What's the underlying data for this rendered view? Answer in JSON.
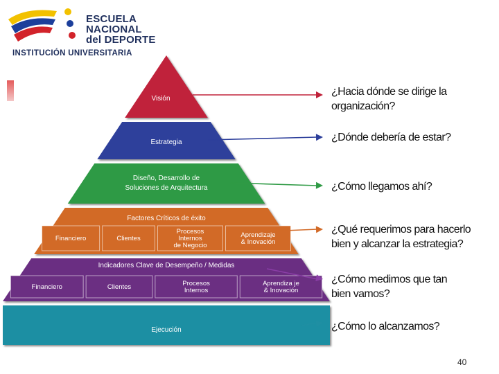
{
  "logo": {
    "name_lines": [
      "ESCUELA",
      "NACIONAL",
      "del DEPORTE"
    ],
    "institution": "INSTITUCIÓN UNIVERSITARIA"
  },
  "pyramid": {
    "tiers": [
      {
        "lines": [
          "Visión"
        ],
        "color": "#c0223a"
      },
      {
        "lines": [
          "Estrategia"
        ],
        "color": "#2d3f9b"
      },
      {
        "lines": [
          "Diseño, Desarrollo de",
          "Soluciones de Arquitectura"
        ],
        "color": "#2f9a45"
      },
      {
        "lines": [
          "Factores Críticos de éxito"
        ],
        "color": "#d26a27",
        "cells": [
          [
            "Financiero"
          ],
          [
            "Clientes"
          ],
          [
            "Procesos",
            "Internos",
            "de Negocio"
          ],
          [
            "Aprendizaje",
            "& Inovación"
          ]
        ]
      },
      {
        "lines": [
          "Indicadores Clave de Desempeño / Medidas"
        ],
        "color": "#6b2f82",
        "cells": [
          [
            "Financiero"
          ],
          [
            "Clientes"
          ],
          [
            "Procesos",
            "Internos"
          ],
          [
            "Aprendiza je",
            "& Inovación"
          ]
        ]
      },
      {
        "lines": [
          "Ejecución"
        ],
        "color": "#1f8fa3"
      }
    ]
  },
  "questions": [
    {
      "lines": [
        "¿Hacia dónde se dirige la",
        "organización?"
      ],
      "arrow_color": "#c0223a"
    },
    {
      "lines": [
        "¿Dónde debería de estar?"
      ],
      "arrow_color": "#2d3f9b"
    },
    {
      "lines": [
        "¿Cómo llegamos ahí?"
      ],
      "arrow_color": "#2f9a45"
    },
    {
      "lines": [
        "¿Qué requerimos para hacerlo",
        "bien  y alcanzar la estrategia?"
      ],
      "arrow_color": "#d26a27"
    },
    {
      "lines": [
        "¿Cómo medimos que tan",
        "bien vamos?"
      ],
      "arrow_color": "#8a3ea6"
    },
    {
      "lines": [
        "¿Cómo lo alcanzamos?"
      ],
      "arrow_color": "#1f8fa3"
    }
  ],
  "page_number": "40"
}
